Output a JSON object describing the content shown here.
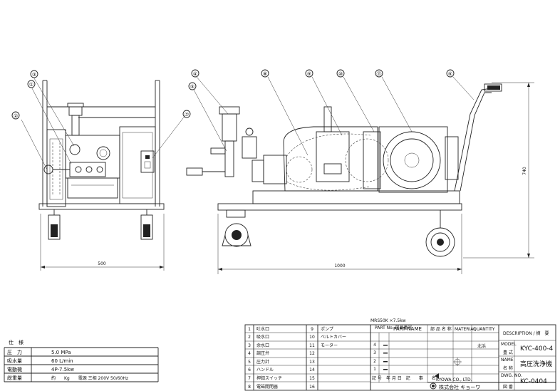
{
  "dimensions": {
    "front_width": "500",
    "side_length": "1000",
    "height": "740"
  },
  "callouts": [
    "①",
    "②",
    "③",
    "④",
    "⑤",
    "⑥",
    "⑦",
    "⑧",
    "⑨",
    "⑩",
    "⑪"
  ],
  "spec": {
    "title": "仕　様",
    "rows": [
      {
        "label": "圧　力",
        "value": "5.0 MPa"
      },
      {
        "label": "吸水量",
        "value": "60 L/min"
      },
      {
        "label": "電動機",
        "value": "4P-7.5kw"
      },
      {
        "label": "総重量",
        "value": "約　　Kg　　電源 三相 200V 50/60Hz"
      }
    ]
  },
  "parts": {
    "left": [
      {
        "no": "1",
        "name": "吐水口"
      },
      {
        "no": "2",
        "name": "吸水口"
      },
      {
        "no": "3",
        "name": "余水口"
      },
      {
        "no": "4",
        "name": "調圧弁"
      },
      {
        "no": "5",
        "name": "圧力計"
      },
      {
        "no": "6",
        "name": "ハンドル"
      },
      {
        "no": "7",
        "name": "押釦スイッチ"
      },
      {
        "no": "8",
        "name": "電磁開閉器"
      }
    ],
    "right": [
      {
        "no": "9",
        "name": "ポンプ"
      },
      {
        "no": "10",
        "name": "ベルトカバー"
      },
      {
        "no": "11",
        "name": "モーター"
      },
      {
        "no": "12",
        "name": ""
      },
      {
        "no": "13",
        "name": ""
      },
      {
        "no": "14",
        "name": ""
      },
      {
        "no": "15",
        "name": ""
      },
      {
        "no": "16",
        "name": ""
      }
    ]
  },
  "title_block": {
    "motor_note": "MRS50K ×7.5kw",
    "part_no_header": "PART No. 部品番号",
    "part_name_header": "PART NAME",
    "part_name_jp": "部 品 名 称",
    "material": "MATERIAL",
    "quantity": "QUANTITY",
    "rev_numbers": [
      "4",
      "3",
      "2",
      "1"
    ],
    "rev_header": "記 号　年 月 日　記　　事　　名",
    "description_header": "DESCRIPTION / 摘　要",
    "model_label": "MODEL",
    "model": "KYC-400-4",
    "name_label": "NAME",
    "name": "高圧洗浄機",
    "drawing_label": "DWG. NO.",
    "drawing_no": "KC-0404",
    "scale_label": "北浜",
    "approved": "豊 式",
    "checked": "名 称",
    "drawn": "図 番",
    "company_en": "KYOWA CO., LTD.",
    "company_jp": "株式会社 キョーワ"
  }
}
